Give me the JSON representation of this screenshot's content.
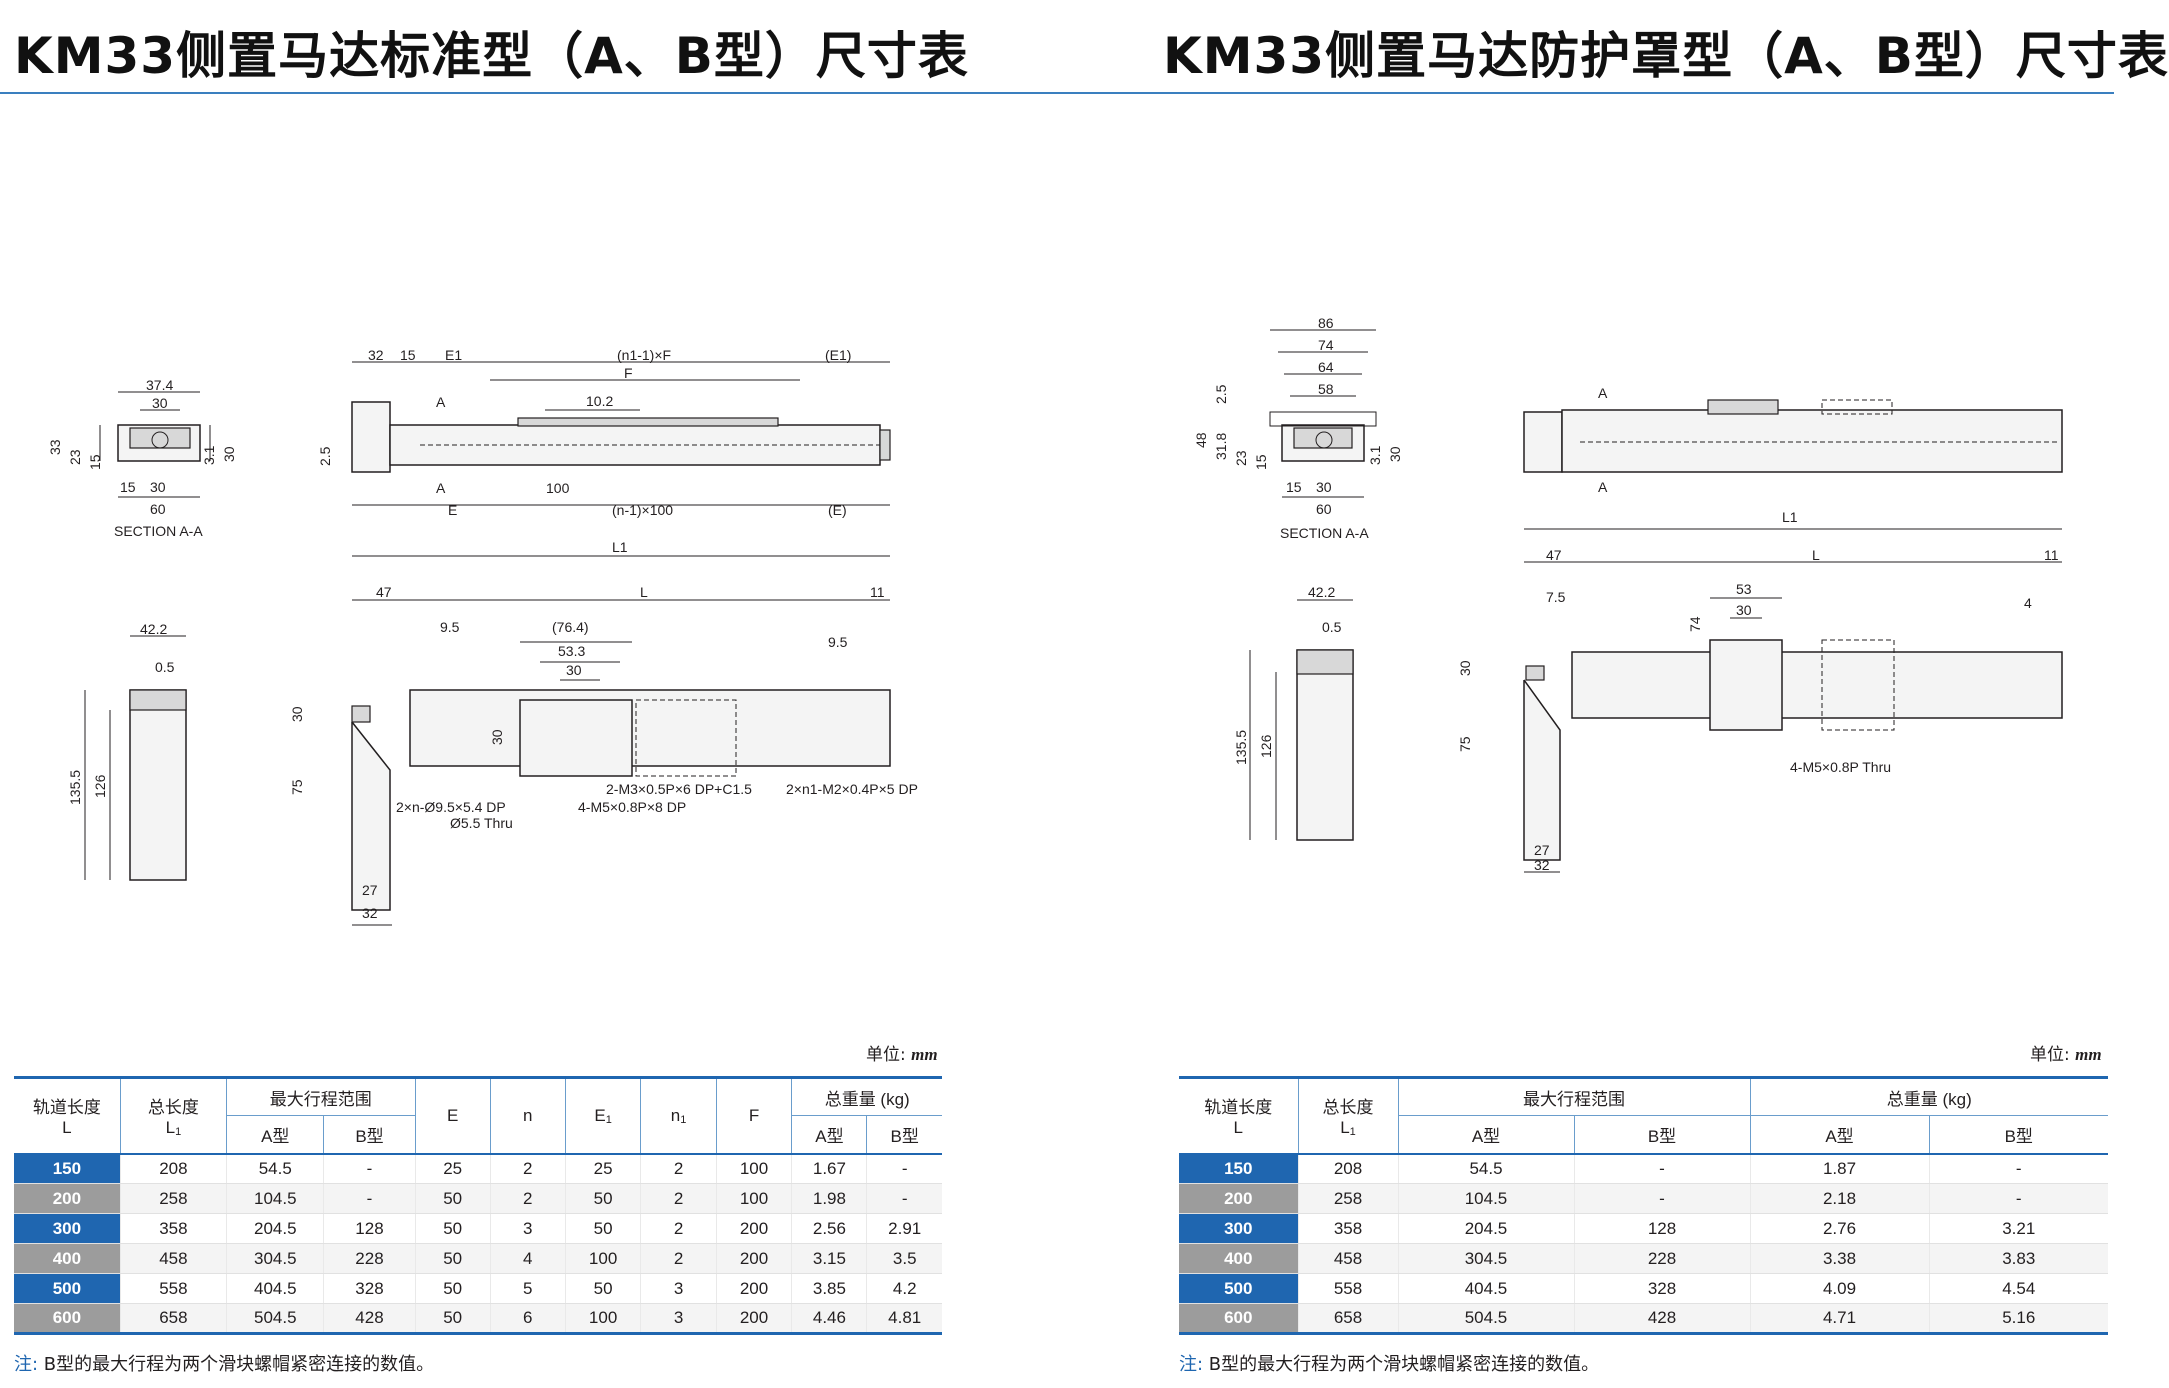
{
  "titles": {
    "left": "KM33侧置马达标准型（A、B型）尺寸表",
    "right": "KM33侧置马达防护罩型（A、B型）尺寸表"
  },
  "drawing_left": {
    "section": {
      "dims_top": [
        "37.4",
        "30"
      ],
      "dims_left": [
        "33",
        "23",
        "15"
      ],
      "dims_right": [
        "3.1",
        "30"
      ],
      "dims_bottom": [
        "15",
        "30",
        "60"
      ],
      "caption": "SECTION A-A"
    },
    "side_top": {
      "dims_top": [
        "32",
        "15",
        "E1",
        "(n1-1)×F",
        "(E1)",
        "F",
        "10.2"
      ],
      "dims_left": [
        "2.5"
      ],
      "dims_bottom": [
        "100",
        "E",
        "(n-1)×100",
        "(E)"
      ],
      "markers": [
        "A",
        "A"
      ]
    },
    "end_view": {
      "dims": [
        "42.2",
        "0.5",
        "135.5",
        "126"
      ]
    },
    "plan": {
      "dims_top": [
        "L1",
        "47",
        "L",
        "11",
        "9.5",
        "(76.4)",
        "53.3",
        "30",
        "9.5"
      ],
      "dims_left": [
        "30",
        "75",
        "30"
      ],
      "dims_bottom": [
        "27",
        "32"
      ],
      "callouts": [
        "2×n-Ø9.5×5.4 DP",
        "Ø5.5 Thru",
        "2-M3×0.5P×6 DP+C1.5",
        "4-M5×0.8P×8 DP",
        "2×n1-M2×0.4P×5 DP"
      ]
    }
  },
  "drawing_right": {
    "section": {
      "dims_top": [
        "86",
        "74",
        "64",
        "58"
      ],
      "dims_left": [
        "2.5",
        "48",
        "31.8",
        "23",
        "15"
      ],
      "dims_right": [
        "3.1",
        "30"
      ],
      "dims_bottom": [
        "15",
        "30",
        "60"
      ],
      "caption": "SECTION A-A"
    },
    "side_top": {
      "markers": [
        "A",
        "A"
      ]
    },
    "end_view": {
      "dims": [
        "42.2",
        "0.5",
        "135.5",
        "126"
      ]
    },
    "plan": {
      "dims_top": [
        "L1",
        "47",
        "L",
        "11",
        "7.5",
        "53",
        "30",
        "4",
        "74"
      ],
      "dims_left": [
        "30",
        "75"
      ],
      "dims_bottom": [
        "27",
        "32"
      ],
      "callouts": [
        "4-M5×0.8P Thru"
      ]
    }
  },
  "units": {
    "left_label": "单位: ",
    "left_unit": "mm",
    "right_label": "单位: ",
    "right_unit": "mm"
  },
  "table_left": {
    "headers": {
      "rail": "轨道长度",
      "rail_sym": "L",
      "total": "总长度",
      "total_sym": "L",
      "total_sub": "1",
      "stroke": "最大行程范围",
      "stroke_a": "A型",
      "stroke_b": "B型",
      "e": "E",
      "n": "n",
      "e1": "E",
      "e1_sub": "1",
      "n1": "n",
      "n1_sub": "1",
      "f": "F",
      "weight": "总重量 (kg)",
      "weight_a": "A型",
      "weight_b": "B型"
    },
    "rows": [
      [
        "150",
        "208",
        "54.5",
        "-",
        "25",
        "2",
        "25",
        "2",
        "100",
        "1.67",
        "-"
      ],
      [
        "200",
        "258",
        "104.5",
        "-",
        "50",
        "2",
        "50",
        "2",
        "100",
        "1.98",
        "-"
      ],
      [
        "300",
        "358",
        "204.5",
        "128",
        "50",
        "3",
        "50",
        "2",
        "200",
        "2.56",
        "2.91"
      ],
      [
        "400",
        "458",
        "304.5",
        "228",
        "50",
        "4",
        "100",
        "2",
        "200",
        "3.15",
        "3.5"
      ],
      [
        "500",
        "558",
        "404.5",
        "328",
        "50",
        "5",
        "50",
        "3",
        "200",
        "3.85",
        "4.2"
      ],
      [
        "600",
        "658",
        "504.5",
        "428",
        "50",
        "6",
        "100",
        "3",
        "200",
        "4.46",
        "4.81"
      ]
    ]
  },
  "table_right": {
    "headers": {
      "rail": "轨道长度",
      "rail_sym": "L",
      "total": "总长度",
      "total_sym": "L",
      "total_sub": "1",
      "stroke": "最大行程范围",
      "stroke_a": "A型",
      "stroke_b": "B型",
      "weight": "总重量 (kg)",
      "weight_a": "A型",
      "weight_b": "B型"
    },
    "rows": [
      [
        "150",
        "208",
        "54.5",
        "-",
        "1.87",
        "-"
      ],
      [
        "200",
        "258",
        "104.5",
        "-",
        "2.18",
        "-"
      ],
      [
        "300",
        "358",
        "204.5",
        "128",
        "2.76",
        "3.21"
      ],
      [
        "400",
        "458",
        "304.5",
        "228",
        "3.38",
        "3.83"
      ],
      [
        "500",
        "558",
        "404.5",
        "328",
        "4.09",
        "4.54"
      ],
      [
        "600",
        "658",
        "504.5",
        "428",
        "4.71",
        "5.16"
      ]
    ]
  },
  "notes": {
    "left_mark": "注:",
    "left_text": " B型的最大行程为两个滑块螺帽紧密连接的数值。",
    "right_mark": "注:",
    "right_text": " B型的最大行程为两个滑块螺帽紧密连接的数值。"
  }
}
